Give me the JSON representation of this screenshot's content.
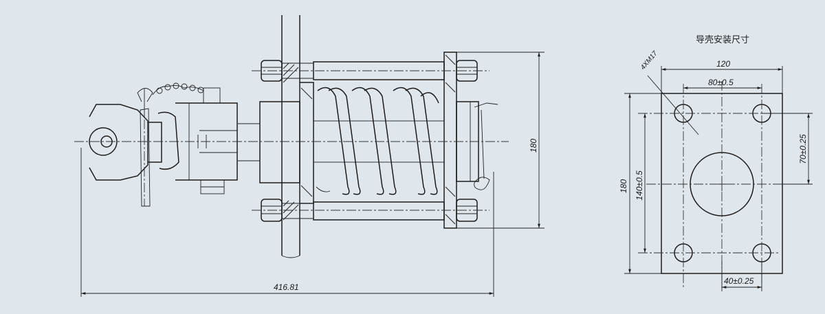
{
  "drawing": {
    "side_view": {
      "overall_length": "416.81",
      "height": "180"
    },
    "mount_view": {
      "title": "导壳安装尺寸",
      "width": "120",
      "height": "180",
      "hole_spacing_x": "80±0.5",
      "hole_spacing_y": "140±0.5",
      "half_spacing_y": "70±0.25",
      "half_spacing_x": "40±0.25",
      "holes": "4XM17"
    }
  }
}
